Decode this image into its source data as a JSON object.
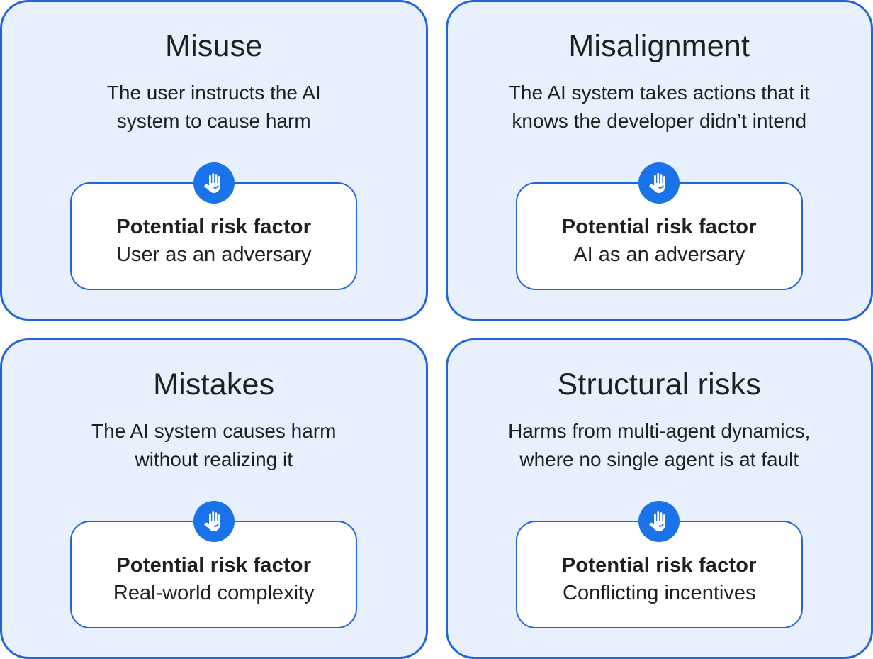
{
  "colors": {
    "accent": "#1a73e8",
    "card_bg": "#e8f0fe",
    "card_border": "#2166d9",
    "inner_bg": "#ffffff",
    "text": "#1f1f1f",
    "page_bg": "#ffffff"
  },
  "cards": [
    {
      "title": "Misuse",
      "description": "The user instructs the AI\nsystem to cause harm",
      "icon": "raised-hand-icon",
      "risk_label": "Potential risk factor",
      "risk_factor": "User as an adversary"
    },
    {
      "title": "Misalignment",
      "description": "The AI system takes actions that it\nknows the developer didn’t intend",
      "icon": "raised-hand-icon",
      "risk_label": "Potential risk factor",
      "risk_factor": "AI as an adversary"
    },
    {
      "title": "Mistakes",
      "description": "The AI system causes harm\nwithout realizing it",
      "icon": "raised-hand-icon",
      "risk_label": "Potential risk factor",
      "risk_factor": "Real-world complexity"
    },
    {
      "title": "Structural risks",
      "description": "Harms from multi-agent dynamics,\nwhere no single agent is at fault",
      "icon": "raised-hand-icon",
      "risk_label": "Potential risk factor",
      "risk_factor": "Conflicting incentives"
    }
  ]
}
